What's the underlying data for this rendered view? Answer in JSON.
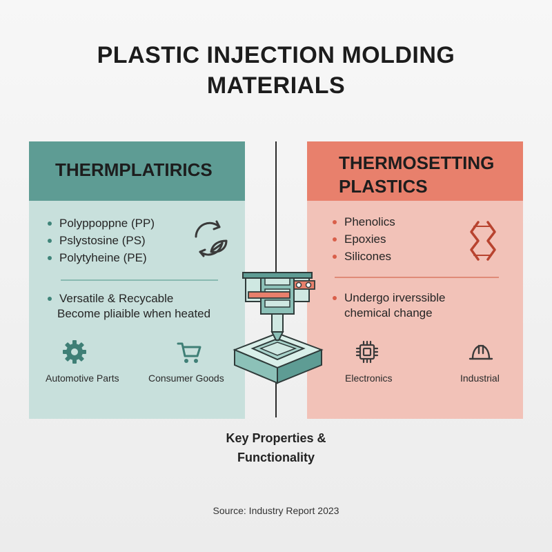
{
  "title": {
    "line1": "PLASTIC INJECTION MOLDING",
    "line2": "MATERIALS"
  },
  "thermoplastics": {
    "heading": "THERMPLATIRICS",
    "materials": [
      "Polyppoppne (PP)",
      "Pslystosine (PS)",
      "Polytyheine (PE)"
    ],
    "property_line1": "Versatile & Recycable",
    "property_line2": "Become pliaible when heated",
    "applications": [
      {
        "label": "Automotive Parts",
        "icon": "gear-icon"
      },
      {
        "label": "Consumer Goods",
        "icon": "shopping-cart-icon"
      }
    ],
    "side_icon": "recycle-leaf-icon",
    "color_header": "#5e9c94",
    "color_body": "#c8e0dc"
  },
  "thermosetting": {
    "heading_line1": "THERMOSETTING",
    "heading_line2": "PLASTICS",
    "materials": [
      "Phenolics",
      "Epoxies",
      "Silicones"
    ],
    "property_line1": "Undergo irverssible",
    "property_line2": "chemical change",
    "applications": [
      {
        "label": "Electronics",
        "icon": "microchip-icon"
      },
      {
        "label": "Industrial",
        "icon": "hard-hat-icon"
      }
    ],
    "side_icon": "zigzag-chain-icon",
    "color_header": "#e8806c",
    "color_body": "#f2c2b8"
  },
  "center_icon": "injection-molding-machine-icon",
  "footer": {
    "caption_line1": "Key Properties &",
    "caption_line2": "Functionality",
    "source": "Source: Industry Report 2023"
  }
}
